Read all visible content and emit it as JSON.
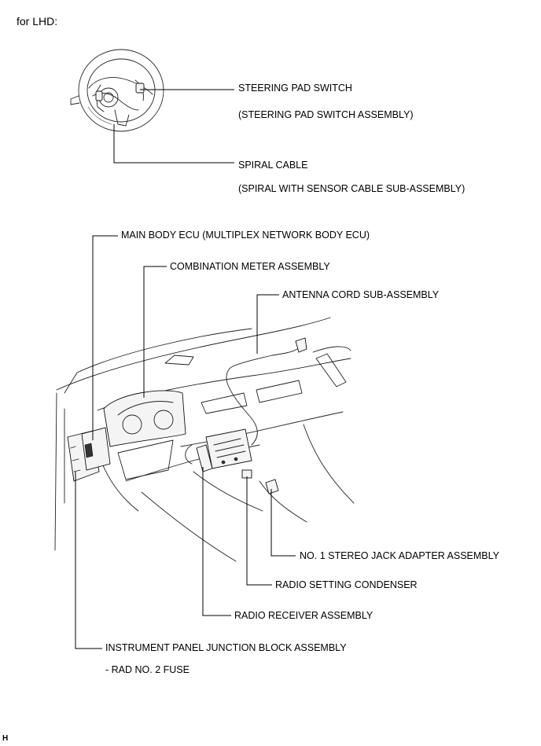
{
  "header": "for LHD:",
  "corner_mark": "H",
  "labels": {
    "steering_pad_switch": "STEERING PAD SWITCH",
    "steering_pad_switch_assy": "(STEERING PAD SWITCH ASSEMBLY)",
    "spiral_cable": "SPIRAL CABLE",
    "spiral_cable_sub": "(SPIRAL WITH SENSOR CABLE SUB-ASSEMBLY)",
    "main_body_ecu": "MAIN BODY ECU (MULTIPLEX NETWORK BODY ECU)",
    "combination_meter": "COMBINATION METER ASSEMBLY",
    "antenna_cord": "ANTENNA CORD SUB-ASSEMBLY",
    "stereo_jack": "NO. 1 STEREO JACK ADAPTER ASSEMBLY",
    "radio_condenser": "RADIO SETTING CONDENSER",
    "radio_receiver": "RADIO RECEIVER ASSEMBLY",
    "junction_block": "INSTRUMENT PANEL JUNCTION BLOCK ASSEMBLY",
    "rad_fuse": "- RAD NO. 2 FUSE"
  }
}
